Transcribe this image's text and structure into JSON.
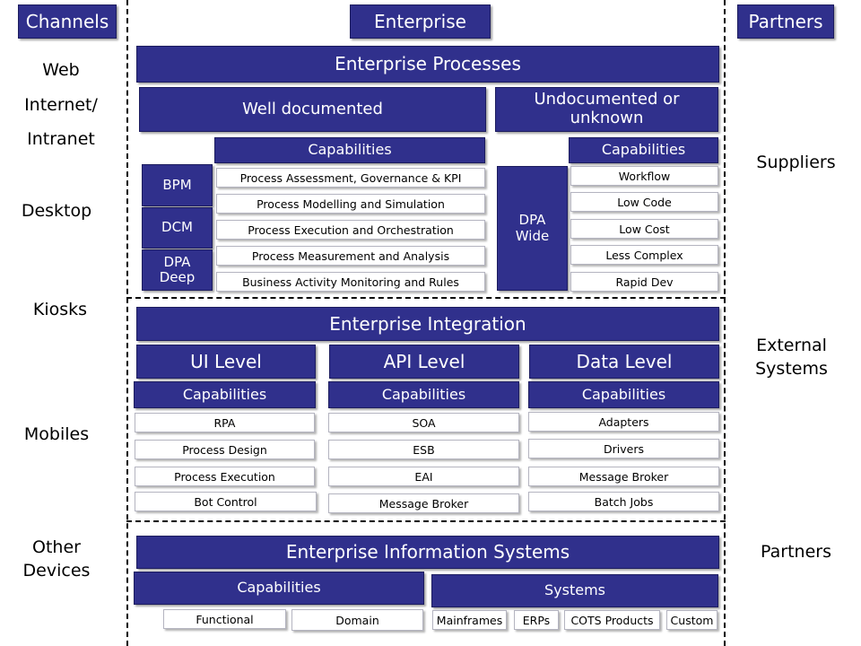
{
  "header": {
    "channels": "Channels",
    "enterprise": "Enterprise",
    "partners": "Partners"
  },
  "left": {
    "web": "Web",
    "internet": "Internet/",
    "intranet": "Intranet",
    "desktop": "Desktop",
    "kiosks": "Kiosks",
    "mobiles": "Mobiles",
    "other_1": "Other",
    "other_2": "Devices"
  },
  "right": {
    "suppliers": "Suppliers",
    "external_1": "External",
    "external_2": "Systems",
    "partners": "Partners"
  },
  "processes": {
    "title": "Enterprise Processes",
    "well": "Well documented",
    "undoc_1": "Undocumented or",
    "undoc_2": "unknown",
    "cap_left": "Capabilities",
    "cap_right": "Capabilities",
    "bpm": "BPM",
    "dcm": "DCM",
    "dpa_deep_1": "DPA",
    "dpa_deep_2": "Deep",
    "dpa_wide_1": "DPA",
    "dpa_wide_2": "Wide",
    "left_items": [
      "Process Assessment, Governance & KPI",
      "Process Modelling and Simulation",
      "Process Execution and Orchestration",
      "Process Measurement and Analysis",
      "Business Activity Monitoring and Rules"
    ],
    "right_items": [
      "Workflow",
      "Low Code",
      "Low Cost",
      "Less Complex",
      "Rapid Dev"
    ]
  },
  "integration": {
    "title": "Enterprise Integration",
    "ui": "UI Level",
    "api": "API Level",
    "data": "Data Level",
    "cap_ui": "Capabilities",
    "cap_api": "Capabilities",
    "cap_data": "Capabilities",
    "ui_items": [
      "RPA",
      "Process Design",
      "Process Execution",
      "Bot Control"
    ],
    "api_items": [
      "SOA",
      "ESB",
      "EAI",
      "Message Broker"
    ],
    "data_items": [
      "Adapters",
      "Drivers",
      "Message Broker",
      "Batch Jobs"
    ]
  },
  "eis": {
    "title": "Enterprise Information Systems",
    "capabilities": "Capabilities",
    "systems": "Systems",
    "cap_items": [
      "Functional",
      "Domain"
    ],
    "sys_items": [
      "Mainframes",
      "ERPs",
      "COTS Products",
      "Custom"
    ]
  },
  "colors": {
    "block": "#30308c",
    "block_border": "#1c1c5e",
    "item_border": "#b4b4c0"
  }
}
